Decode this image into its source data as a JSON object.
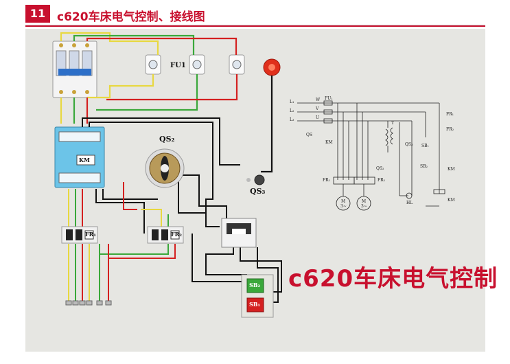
{
  "header": {
    "number": "11",
    "title": "c620车床电气控制、接线图"
  },
  "labels": {
    "fu1": "FU1",
    "qs2": "QS₂",
    "qs3": "QS₃",
    "km": "KM",
    "fr1": "FR₁",
    "fr2": "FR₂",
    "sb2": "SB₂",
    "sb1": "SB₁"
  },
  "caption": "c620车床电气控制",
  "schematic": {
    "l1": "L₁",
    "l2": "L₂",
    "l3": "L₃",
    "w": "W",
    "v": "V",
    "u": "U",
    "fu1": "FU₁",
    "qs": "QS",
    "km": "KM",
    "qs2": "QS₂",
    "fr1": "FR₁",
    "fr2": "FR₂",
    "m1": "M",
    "m1s": "3~",
    "m2": "M",
    "m2s": "3~",
    "t": "T",
    "qs3": "QS₃",
    "hl": "HL",
    "fr1r": "FR₁",
    "fr2r": "FR₂",
    "sb1": "SB₁",
    "sb2": "SB₂",
    "kmr": "KM",
    "kmc": "KM"
  },
  "colors": {
    "accent": "#c8102e",
    "wire_red": "#d42020",
    "wire_green": "#3aa83a",
    "wire_yellow": "#e8d840",
    "wire_black": "#111111",
    "contactor": "#6cc4e8",
    "lamp": "#e0301c"
  }
}
